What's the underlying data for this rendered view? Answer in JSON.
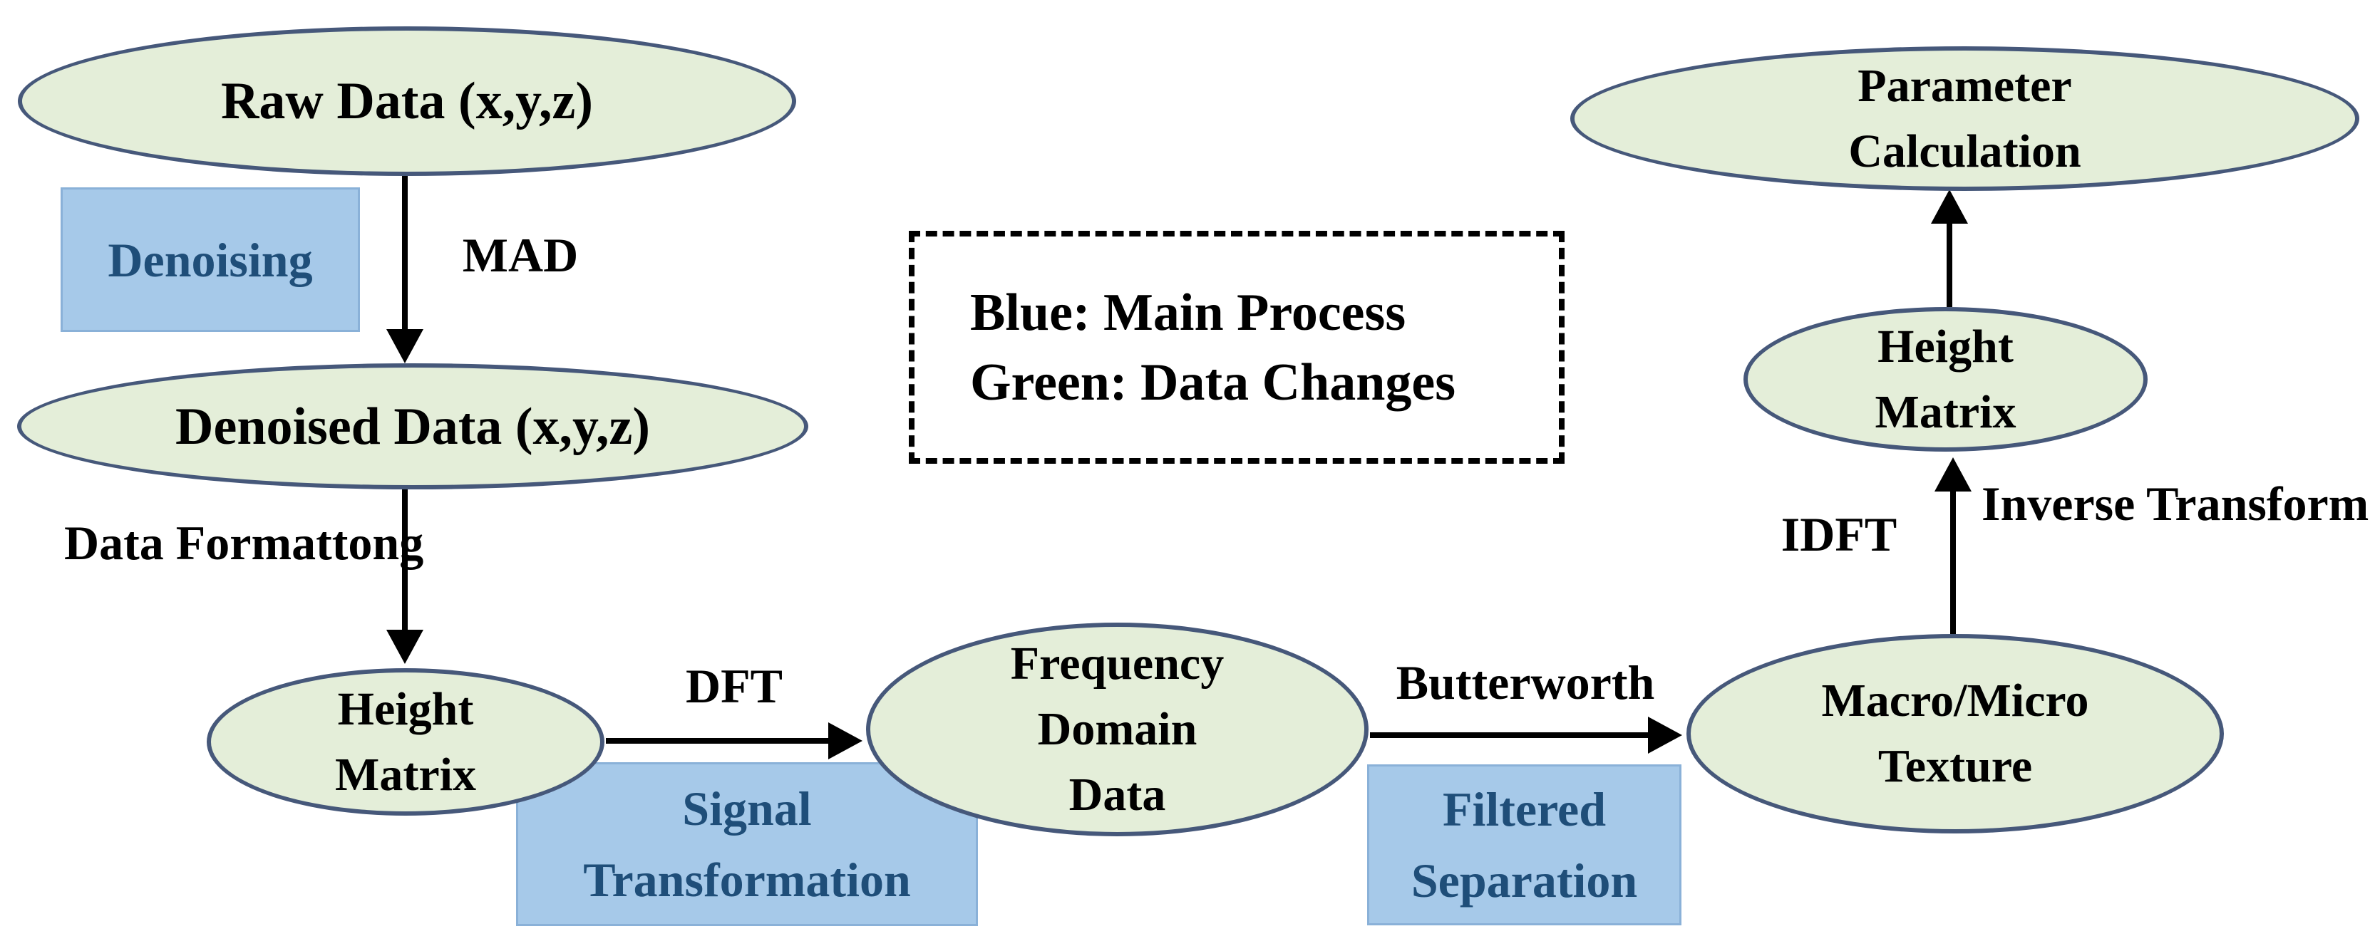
{
  "diagram": {
    "colors": {
      "background": "#ffffff",
      "node_fill": "#e4eed9",
      "node_border": "#46587a",
      "process_fill": "#a6c9e9",
      "process_border": "#8ab1d8",
      "process_text": "#1f4e79",
      "arrow": "#000000",
      "text": "#000000"
    },
    "nodes": {
      "raw_data": {
        "label": "Raw Data (x,y,z)"
      },
      "denoised_data": {
        "label": "Denoised Data (x,y,z)"
      },
      "height_matrix_1": {
        "line1": "Height",
        "line2": "Matrix"
      },
      "frequency_domain": {
        "line1": "Frequency",
        "line2": "Domain",
        "line3": "Data"
      },
      "macro_micro": {
        "line1": "Macro/Micro",
        "line2": "Texture"
      },
      "height_matrix_2": {
        "line1": "Height",
        "line2": "Matrix"
      },
      "parameter_calculation": {
        "line1": "Parameter",
        "line2": "Calculation"
      }
    },
    "processes": {
      "denoising": {
        "label": "Denoising"
      },
      "signal_transformation": {
        "line1": "Signal",
        "line2": "Transformation"
      },
      "filtered_separation": {
        "line1": "Filtered",
        "line2": "Separation"
      }
    },
    "edge_labels": {
      "mad": "MAD",
      "data_formatting_line1": "Data",
      "data_formatting_line2": "Formattong",
      "dft": "DFT",
      "butterworth": "Butterworth",
      "idft": "IDFT",
      "inverse_line1": "Inverse",
      "inverse_line2": "Transformation"
    },
    "legend": {
      "line1": "Blue: Main Process",
      "line2": "Green: Data Changes"
    }
  }
}
